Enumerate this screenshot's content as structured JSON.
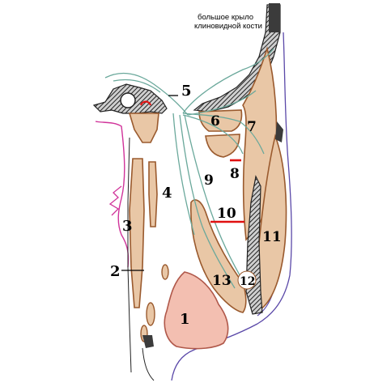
{
  "figure": {
    "caption_line1": "большое крыло",
    "caption_line2": "клиновидной кости"
  },
  "labels": {
    "l1": "1",
    "l2": "2",
    "l3": "3",
    "l4": "4",
    "l5": "5",
    "l6": "6",
    "l7": "7",
    "l8": "8",
    "l9": "9",
    "l10": "10",
    "l11": "11",
    "l12": "12",
    "l13": "13"
  },
  "colors": {
    "bone_dark": "#3b3b3b",
    "muscle_tan": "#e9c7a6",
    "muscle_outline": "#9a5a2e",
    "gland_pink": "#f3bfb1",
    "gland_outline": "#b0584a",
    "nerve_green": "#6aa89b",
    "vessel_purple": "#5a48a8",
    "mucosa_magenta": "#d0339a",
    "cut_red": "#e01010"
  }
}
